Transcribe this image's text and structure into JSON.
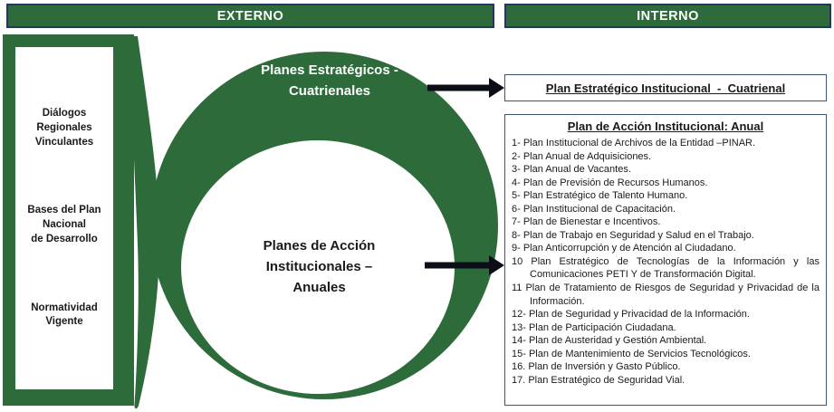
{
  "colors": {
    "green": "#2E6B3B",
    "header_border_navy": "#24385B",
    "box_border_navy": "#3F5577",
    "arrow_black": "#0B0D17"
  },
  "headers": {
    "externo": "EXTERNO",
    "interno": "INTERNO"
  },
  "external_panel": {
    "items": [
      "Diálogos\nRegionales\nVinculantes",
      "Bases del Plan\nNacional\nde Desarrollo",
      "Normatividad\nVigente"
    ]
  },
  "cycle": {
    "outer_label": "Planes Estratégicos -\nCuatrienales",
    "inner_label": "Planes de Acción\nInstitucionales –\nAnuales"
  },
  "internal_panel": {
    "strategic_box_title": "Plan Estratégico Institucional  -  Cuatrienal",
    "action_box_title": "Plan de Acción Institucional: Anual",
    "action_items": [
      "1- Plan Institucional de Archivos de la Entidad –PINAR.",
      "2- Plan Anual de Adquisiciones.",
      "3- Plan Anual de Vacantes.",
      "4- Plan de Previsión de Recursos Humanos.",
      "5- Plan Estratégico de Talento Humano.",
      "6- Plan Institucional de Capacitación.",
      "7- Plan de Bienestar e Incentivos.",
      "8- Plan de Trabajo en Seguridad y Salud en el Trabajo.",
      "9- Plan Anticorrupción y de Atención al Ciudadano.",
      "10 Plan Estratégico de Tecnologías de la Información y las Comunicaciones PETI Y de Transformación Digital.",
      "11 Plan de Tratamiento de Riesgos de Seguridad y Privacidad de la Información.",
      "12- Plan de Seguridad y Privacidad de la Información.",
      "13- Plan de Participación Ciudadana.",
      "14- Plan de Austeridad y Gestión Ambiental.",
      "15- Plan de Mantenimiento de Servicios Tecnológicos.",
      "16. Plan de Inversión y Gasto Público.",
      "17. Plan Estratégico de Seguridad Vial."
    ]
  }
}
